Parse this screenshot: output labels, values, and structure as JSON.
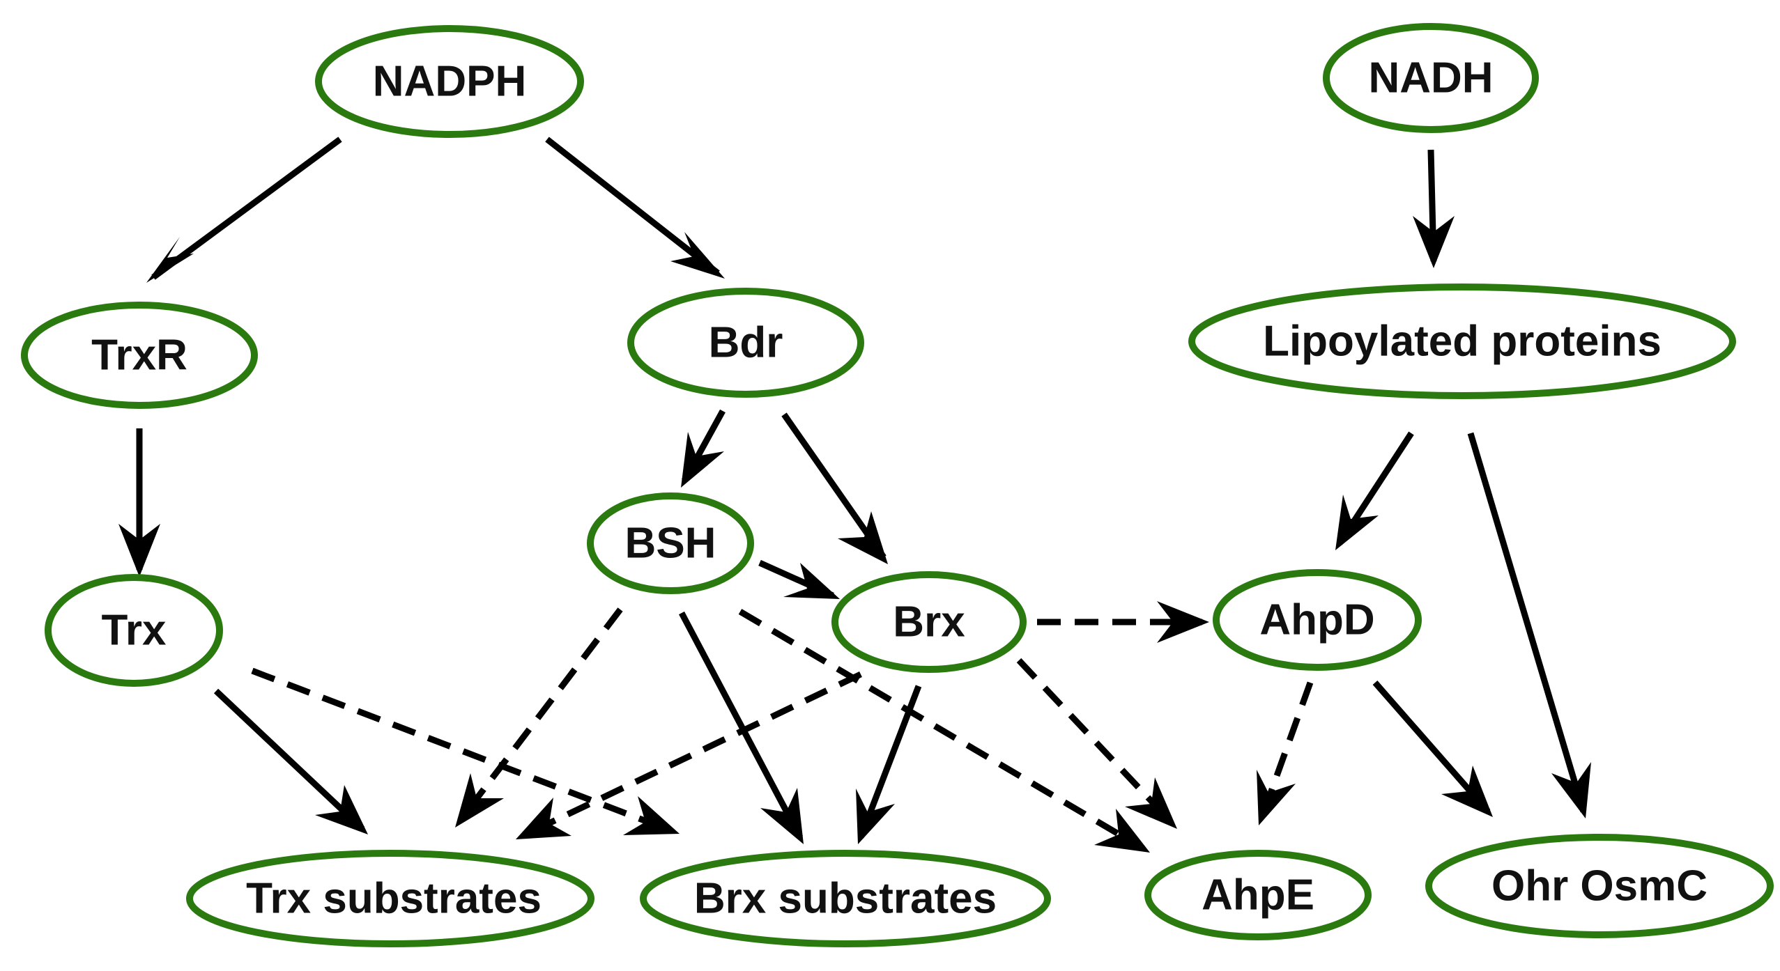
{
  "colors": {
    "node_stroke": "#2a7a10",
    "arrow": "#000000",
    "text": "#111111",
    "background": "#ffffff"
  },
  "nodes": {
    "nadph": "NADPH",
    "nadh": "NADH",
    "trxr": "TrxR",
    "bdr": "Bdr",
    "lipoylated": "Lipoylated proteins",
    "bsh": "BSH",
    "trx": "Trx",
    "brx": "Brx",
    "ahpd": "AhpD",
    "trx_substrates": "Trx substrates",
    "brx_substrates": "Brx substrates",
    "ahpe": "AhpE",
    "ohr_osmc": "Ohr OsmC"
  },
  "edges": [
    {
      "from": "NADPH",
      "to": "TrxR",
      "style": "solid"
    },
    {
      "from": "NADPH",
      "to": "Bdr",
      "style": "solid"
    },
    {
      "from": "NADH",
      "to": "Lipoylated proteins",
      "style": "solid"
    },
    {
      "from": "TrxR",
      "to": "Trx",
      "style": "solid"
    },
    {
      "from": "Bdr",
      "to": "BSH",
      "style": "solid"
    },
    {
      "from": "Bdr",
      "to": "Brx",
      "style": "solid"
    },
    {
      "from": "Lipoylated proteins",
      "to": "AhpD",
      "style": "solid"
    },
    {
      "from": "Lipoylated proteins",
      "to": "Ohr OsmC",
      "style": "solid"
    },
    {
      "from": "BSH",
      "to": "Brx",
      "style": "solid"
    },
    {
      "from": "Brx",
      "to": "AhpD",
      "style": "dashed"
    },
    {
      "from": "Trx",
      "to": "Trx substrates",
      "style": "solid"
    },
    {
      "from": "Trx",
      "to": "Brx substrates",
      "style": "dashed"
    },
    {
      "from": "BSH",
      "to": "Trx substrates",
      "style": "dashed"
    },
    {
      "from": "BSH",
      "to": "Brx substrates",
      "style": "solid"
    },
    {
      "from": "BSH",
      "to": "AhpE",
      "style": "dashed"
    },
    {
      "from": "Brx",
      "to": "Trx substrates",
      "style": "dashed"
    },
    {
      "from": "Brx",
      "to": "Brx substrates",
      "style": "solid"
    },
    {
      "from": "Brx",
      "to": "AhpE",
      "style": "dashed"
    },
    {
      "from": "AhpD",
      "to": "AhpE",
      "style": "dashed"
    },
    {
      "from": "AhpD",
      "to": "Ohr OsmC",
      "style": "solid"
    }
  ]
}
